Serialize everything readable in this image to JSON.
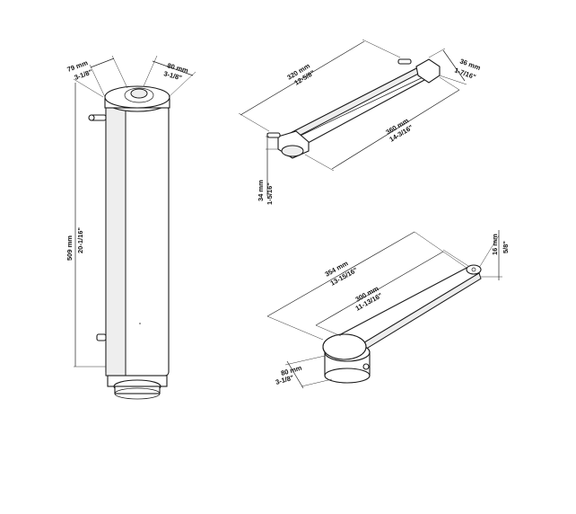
{
  "column": {
    "width_mm": "79 mm",
    "width_in": "3-1/8\"",
    "depth_mm": "80 mm",
    "depth_in": "3-1/8\"",
    "height_mm": "509 mm",
    "height_in": "20-1/16\""
  },
  "bar": {
    "inner_mm": "320 mm",
    "inner_in": "12-5/8\"",
    "outer_mm": "360 mm",
    "outer_in": "14-3/16\"",
    "depth_mm": "36 mm",
    "depth_in": "1-7/16\"",
    "height_mm": "34 mm",
    "height_in": "1-5/16\""
  },
  "arm": {
    "overall_mm": "354 mm",
    "overall_in": "13-15/16\"",
    "reach_mm": "300 mm",
    "reach_in": "11-13/16\"",
    "thickness_mm": "16 mm",
    "thickness_in": "5/8\"",
    "hub_mm": "80 mm",
    "hub_in": "3-1/8\""
  }
}
